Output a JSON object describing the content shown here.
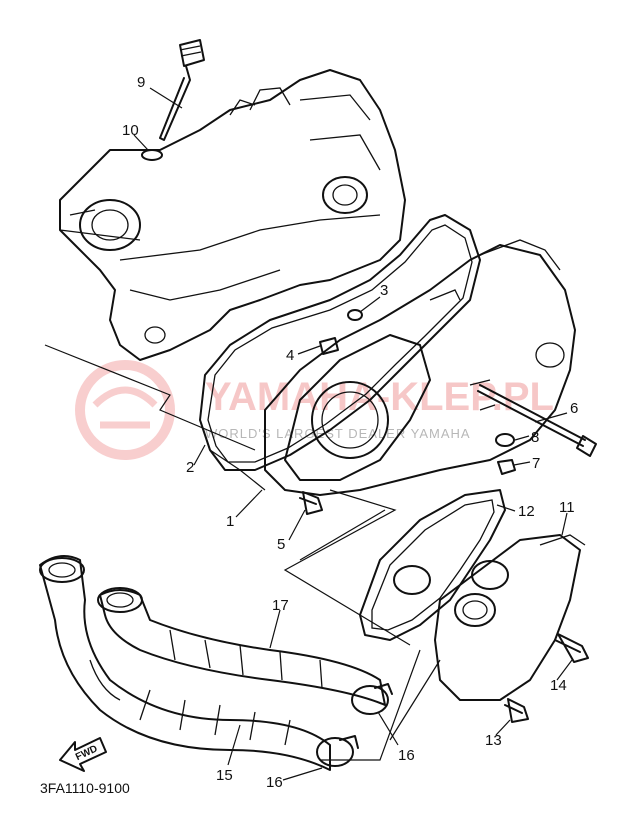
{
  "diagram": {
    "code": "3FA1110-9100",
    "fwd_label": "FWD",
    "watermark": {
      "text": "YAMAHA-KLEP.PL",
      "subtext": "WORLD'S LARGEST DEALER YAMAHA"
    },
    "callouts": {
      "c1": "1",
      "c2": "2",
      "c3": "3",
      "c4": "4",
      "c5": "5",
      "c6": "6",
      "c7": "7",
      "c8": "8",
      "c9": "9",
      "c10": "10",
      "c11": "11",
      "c12": "12",
      "c13": "13",
      "c14": "14",
      "c15": "15",
      "c16a": "16",
      "c16b": "16",
      "c17": "17"
    }
  }
}
